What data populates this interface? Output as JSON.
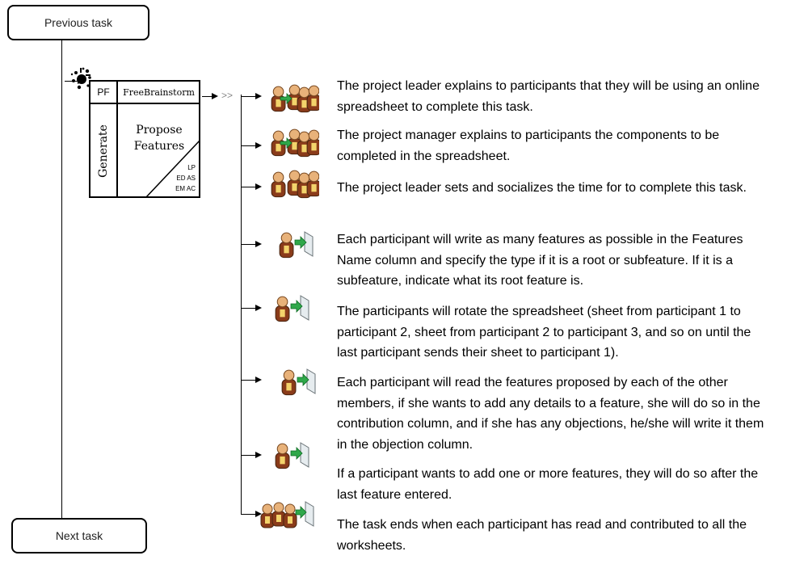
{
  "previous_task": "Previous task",
  "next_task": "Next task",
  "activity": {
    "code": "PF",
    "technique": "FreeBrainstorm",
    "phase": "Generate",
    "name_line1": "Propose",
    "name_line2": "Features",
    "roles_line1": "LP",
    "roles_line2": "ED AS",
    "roles_line3": "EM AC"
  },
  "connector_symbol": ">>",
  "steps": [
    {
      "icon": "group-presenting-icon",
      "text": "The project leader explains to participants that they will be using an online spreadsheet to complete this task."
    },
    {
      "icon": "group-presenting-icon",
      "text": "The project manager explains to participants the components to be completed in the spreadsheet."
    },
    {
      "icon": "group-icon",
      "text": "The project leader sets and socializes the time for to complete this task."
    },
    {
      "icon": "person-document-icon",
      "text": "Each participant will write as many features as possible in the Features Name column and specify the type if it is a root or subfeature. If it is a subfeature, indicate what its root feature is."
    },
    {
      "icon": "person-document-icon",
      "text": "The participants will rotate the spreadsheet (sheet from participant 1 to participant 2, sheet from participant 2 to participant 3, and so on until the last participant sends their sheet to participant 1)."
    },
    {
      "icon": "person-document-icon",
      "text": "Each participant will read the features proposed by each of the other members, if she wants to add any details to a feature, she will do so in the contribution column, and if she has any objections, he/she will write it them in the objection column."
    },
    {
      "icon": "person-document-icon",
      "text": "If a participant wants to add one or more features, they will do so after the last feature entered."
    },
    {
      "icon": "group-document-icon",
      "text": "The task ends when each participant has read and contributed to all the worksheets."
    }
  ]
}
